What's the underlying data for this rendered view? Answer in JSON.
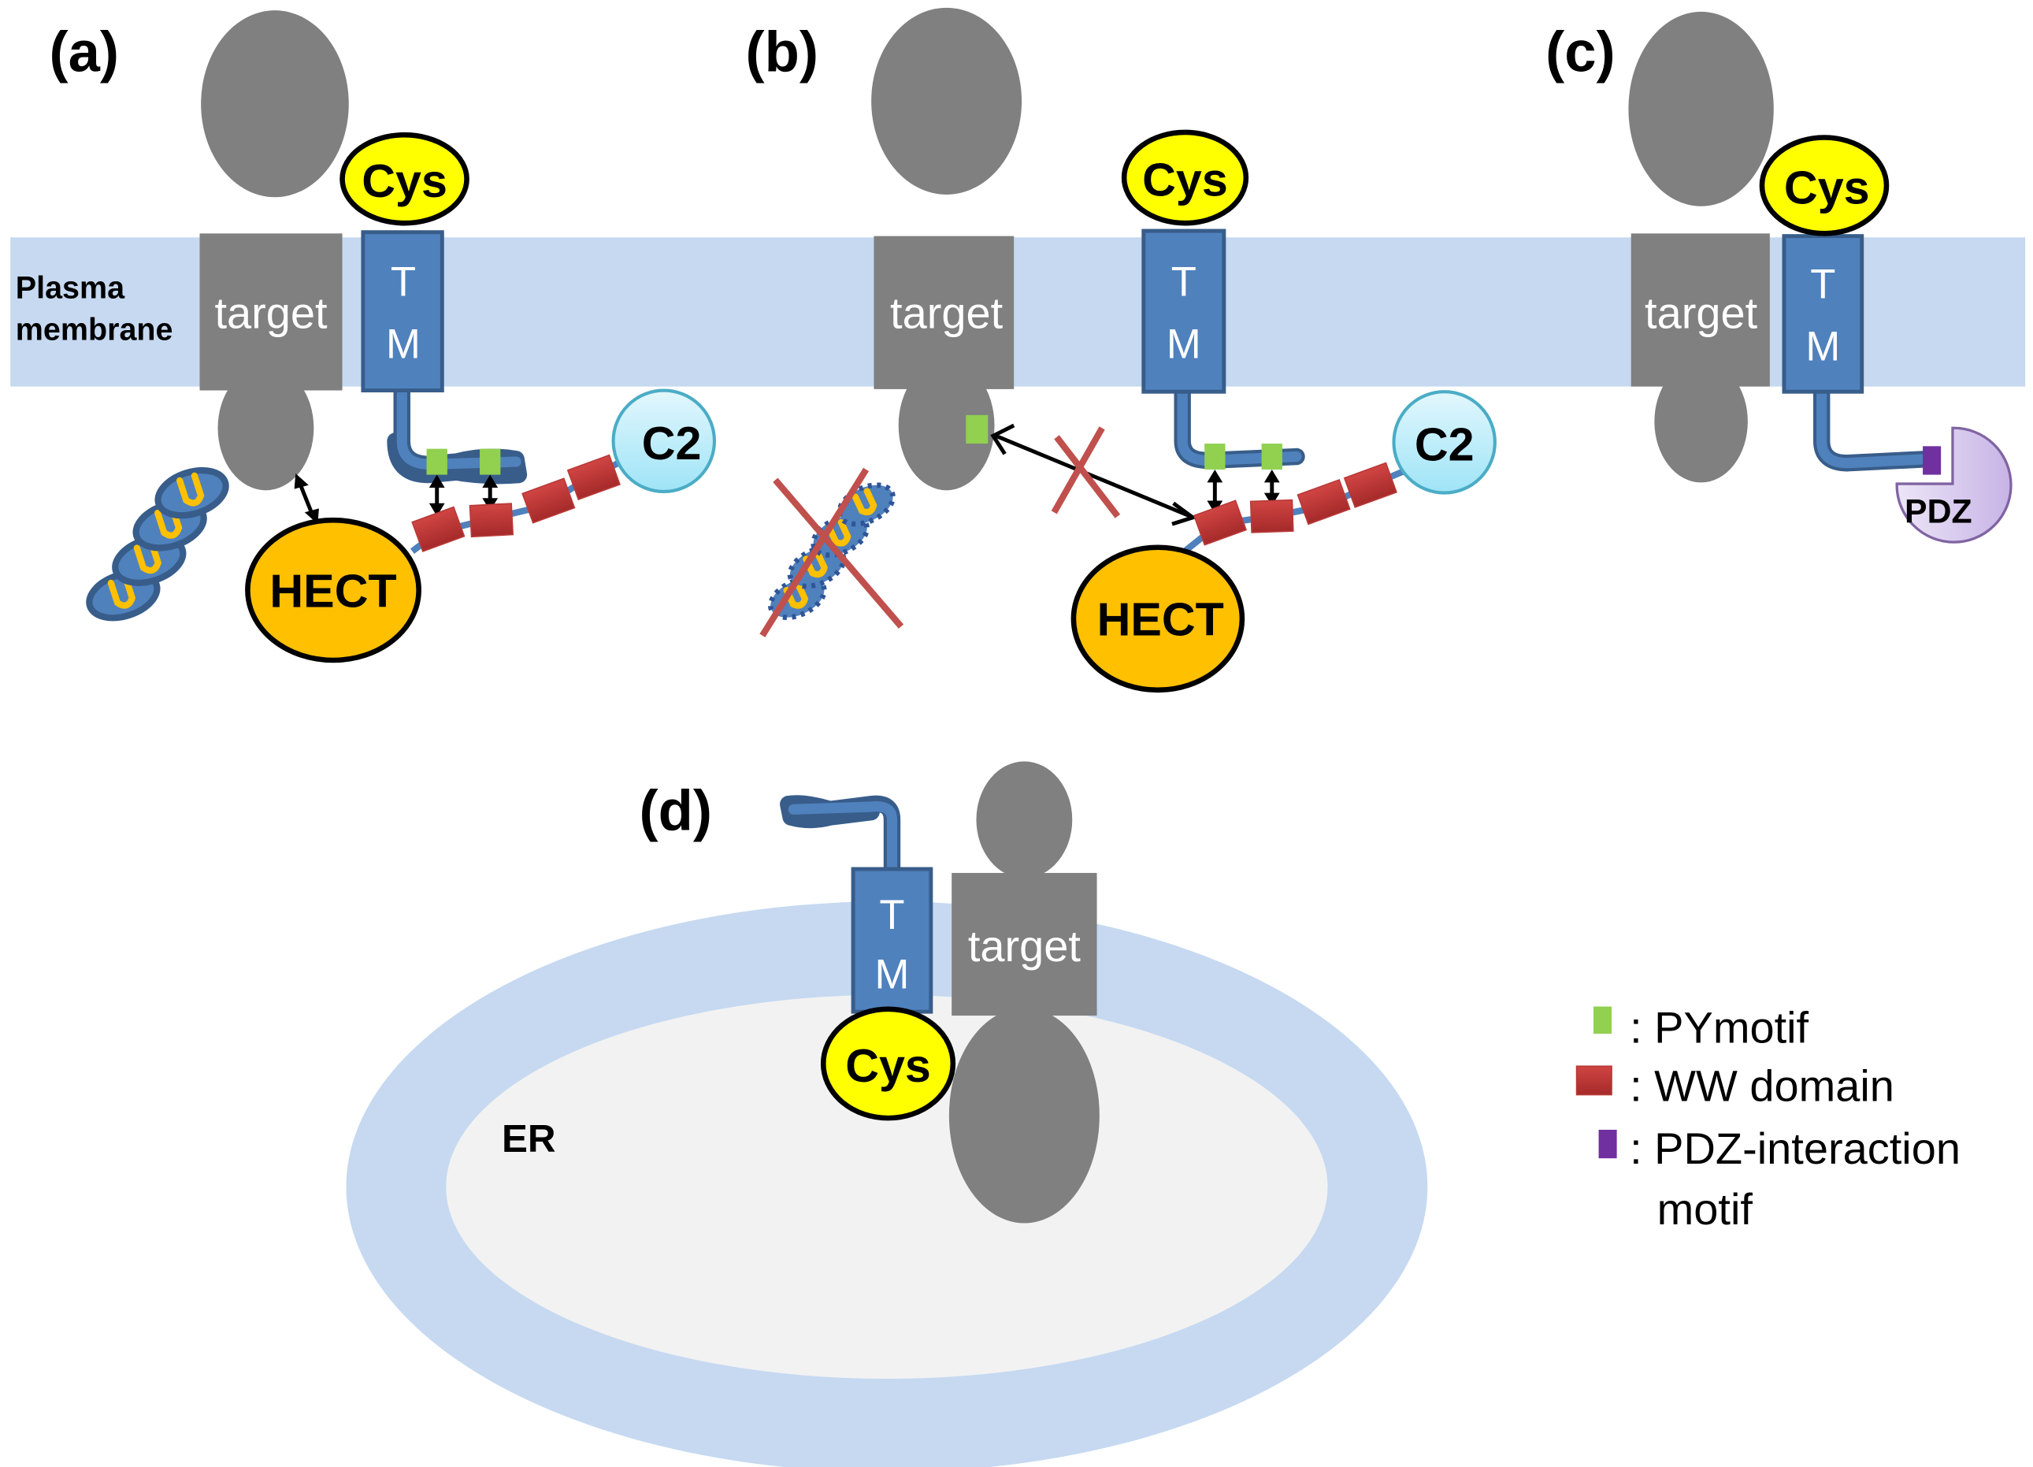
{
  "panels": {
    "a": {
      "label": "(a)",
      "membrane_label_line1": "Plasma",
      "membrane_label_line2": "membrane",
      "target": "target",
      "tm_top": "T",
      "tm_bottom": "M",
      "cys": "Cys",
      "hect": "HECT",
      "c2": "C2",
      "ubiquitin": [
        "U",
        "U",
        "U",
        "U"
      ]
    },
    "b": {
      "label": "(b)",
      "target": "target",
      "tm_top": "T",
      "tm_bottom": "M",
      "cys": "Cys",
      "hect": "HECT",
      "c2": "C2",
      "ubiquitin": [
        "U",
        "U",
        "U",
        "U"
      ],
      "blocked": true
    },
    "c": {
      "label": "(c)",
      "target": "target",
      "tm_top": "T",
      "tm_bottom": "M",
      "cys": "Cys",
      "pdz": "PDZ"
    },
    "d": {
      "label": "(d)",
      "target": "target",
      "tm_top": "T",
      "tm_bottom": "M",
      "cys": "Cys",
      "compartment": "ER"
    }
  },
  "legend": [
    {
      "key": "py",
      "text": ": PYmotif",
      "color": "#92d050"
    },
    {
      "key": "ww",
      "text": ": WW domain",
      "color": "#c0393b"
    },
    {
      "key": "pdz",
      "text": ": PDZ-interaction",
      "text2": "motif",
      "color": "#7030a0"
    }
  ],
  "colors": {
    "membrane": "#c6d9f1",
    "target": "#808080",
    "tm": "#4f81bd",
    "cys": "#ffff00",
    "hect": "#ffc000",
    "c2": "#bfeefa",
    "pdz_domain": "#d9ccee",
    "er_lumen": "#f2f2f2",
    "cross": "#c0504d"
  }
}
